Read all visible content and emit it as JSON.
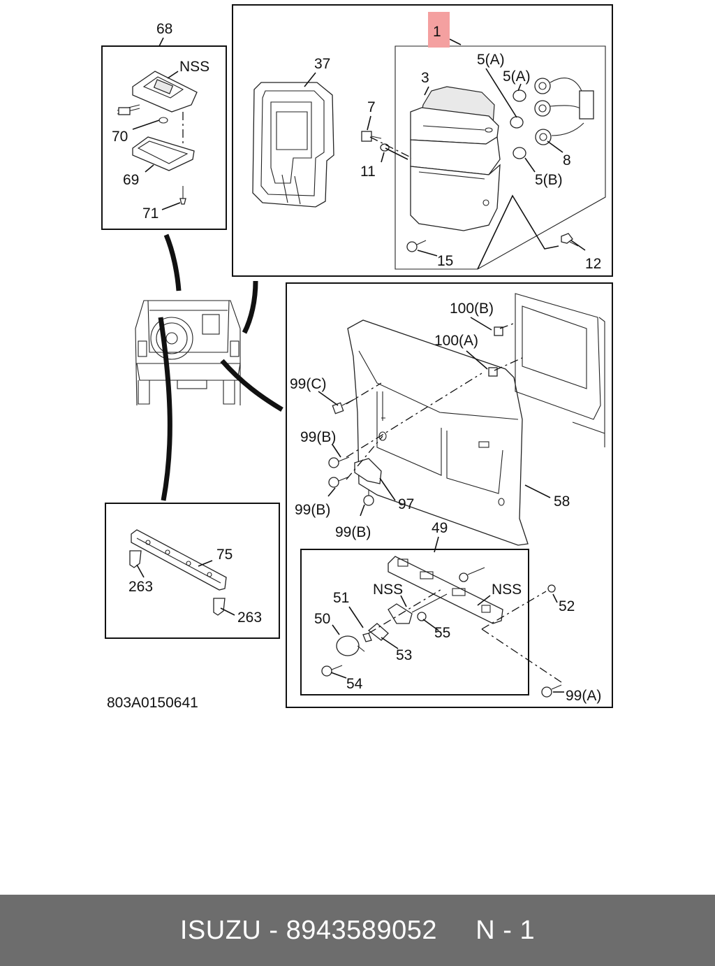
{
  "diagram": {
    "drawing_number": "803A0150641",
    "highlight_color": "#f4a0a0",
    "labels": {
      "p68": "68",
      "nss_top": "NSS",
      "p70": "70",
      "p69": "69",
      "p71": "71",
      "p37": "37",
      "p1": "1",
      "p3": "3",
      "p7": "7",
      "p11": "11",
      "p5a_1": "5(A)",
      "p5a_2": "5(A)",
      "p8": "8",
      "p5b": "5(B)",
      "p15": "15",
      "p12": "12",
      "p100b": "100(B)",
      "p100a": "100(A)",
      "p99c": "99(C)",
      "p99b_1": "99(B)",
      "p99b_2": "99(B)",
      "p99b_3": "99(B)",
      "p97": "97",
      "p58": "58",
      "p49": "49",
      "p51": "51",
      "nss_l": "NSS",
      "nss_r": "NSS",
      "p52": "52",
      "p50": "50",
      "p55": "55",
      "p53": "53",
      "p54": "54",
      "p99a": "99(A)",
      "p75": "75",
      "p263_1": "263",
      "p263_2": "263"
    }
  },
  "footer": {
    "brand": "ISUZU",
    "separator": " - ",
    "part_number": "8943589052",
    "page": "N - 1"
  }
}
